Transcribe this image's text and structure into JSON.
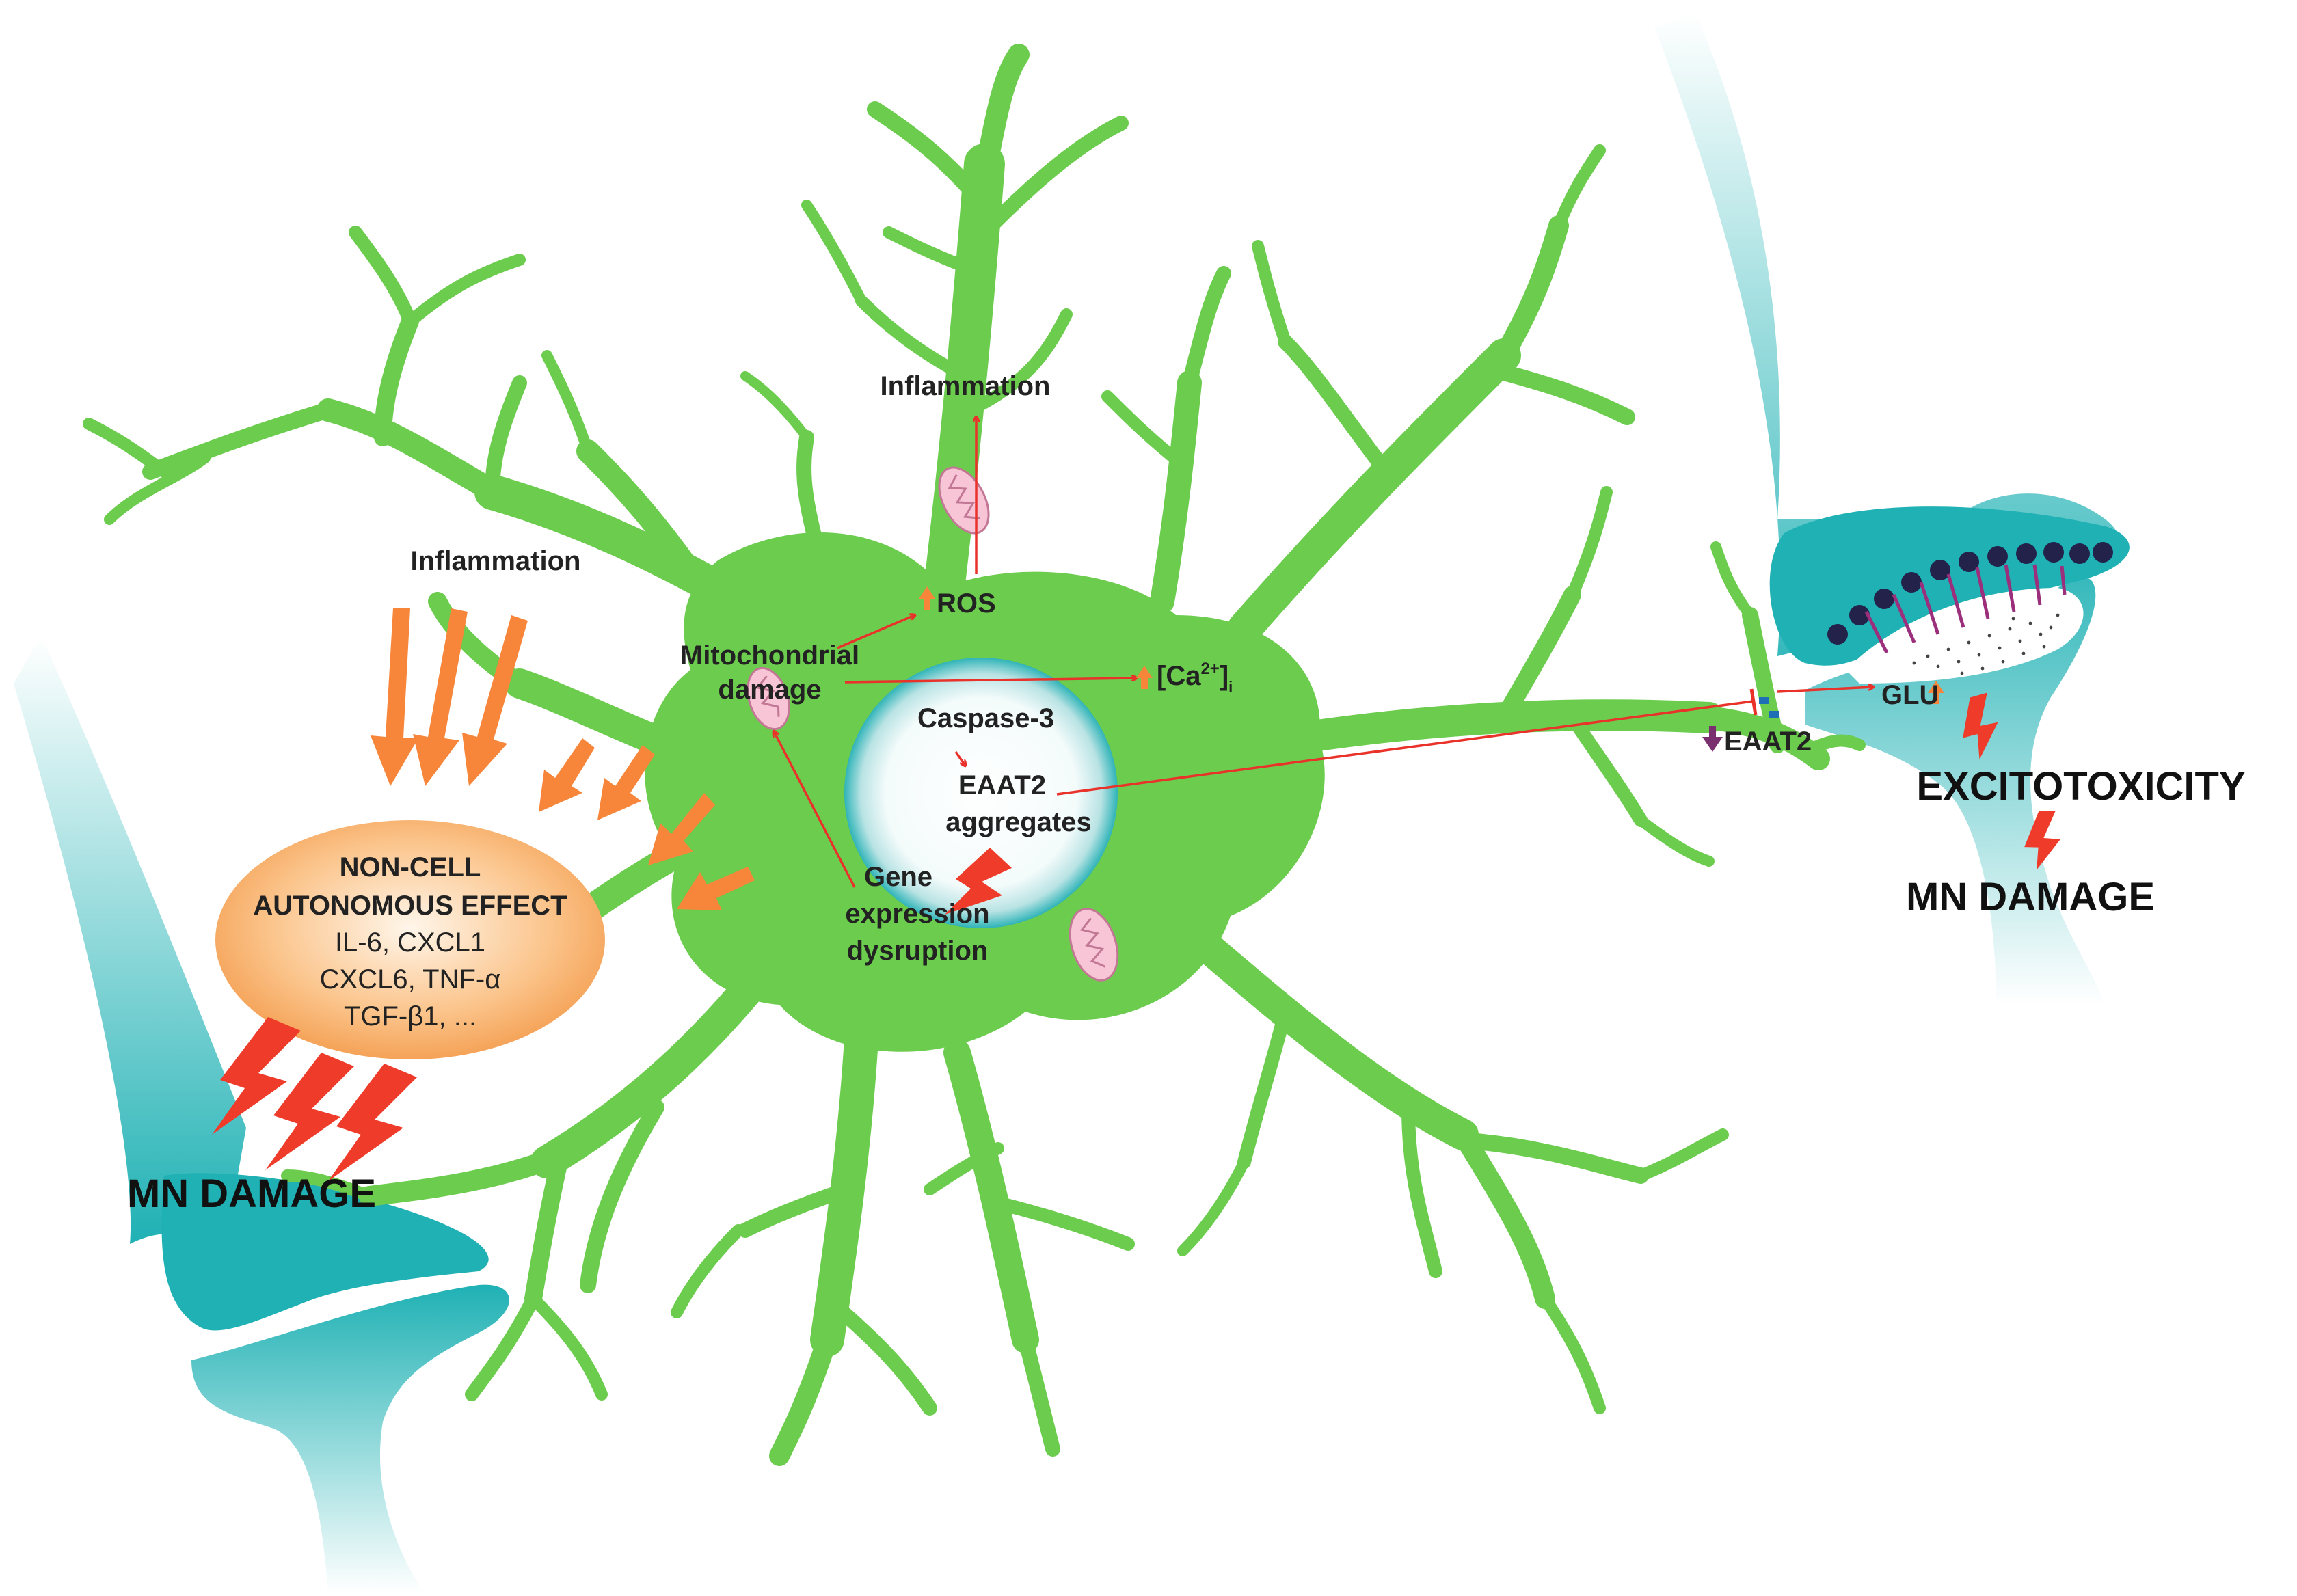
{
  "colors": {
    "astrocyte": "#6ccc4e",
    "neuron": "#1fb1b4",
    "ellipse_fill": "#f6a65f",
    "arrow_orange": "#f7863a",
    "arrow_red": "#e8322a",
    "lightning": "#ef3b2a",
    "mito": "#f7c5d5",
    "vesicle": "#22224a",
    "transporter_arrow": "#9b2f7c"
  },
  "labels": {
    "inflammation_top": "Inflammation",
    "inflammation_left": "Inflammation",
    "ros": "ROS",
    "mito_line1": "Mitochondrial",
    "mito_line2": "damage",
    "ca_main": "[Ca",
    "ca_sup": "2+",
    "ca_close": "]",
    "ca_sub": "i",
    "caspase": "Caspase-3",
    "eaat2_line1": "EAAT2",
    "eaat2_line2": "aggregates",
    "gene_line1": "Gene",
    "gene_line2": "expression",
    "gene_line3": "dysruption",
    "glu": "GLU",
    "eaat2_synapse": "EAAT2",
    "excitotoxicity": "EXCITOTOXICITY",
    "mn_damage_right": "MN DAMAGE",
    "mn_damage_left": "MN DAMAGE"
  },
  "ellipse": {
    "title_line1": "NON-CELL",
    "title_line2": "AUTONOMOUS EFFECT",
    "line3": "IL-6, CXCL1",
    "line4": "CXCL6, TNF-α",
    "line5": "TGF-β1, ..."
  }
}
